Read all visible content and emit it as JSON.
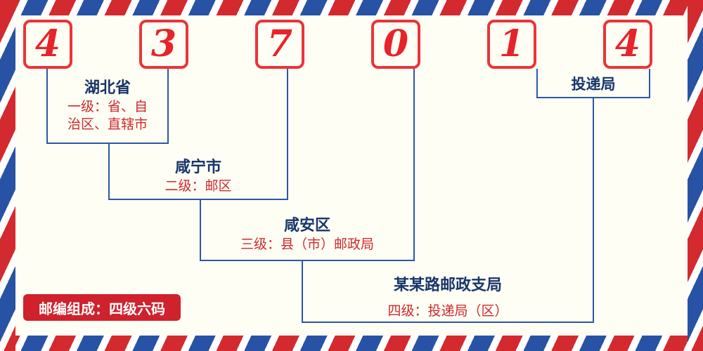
{
  "postal_code": {
    "digits": [
      "4",
      "3",
      "7",
      "0",
      "1",
      "4"
    ]
  },
  "levels": [
    {
      "place": "湖北省",
      "desc1": "一级：省、自",
      "desc2": "治区、直辖市"
    },
    {
      "place": "咸宁市",
      "desc1": "二级：邮区"
    },
    {
      "place": "咸安区",
      "desc1": "三级：县（市）邮政局"
    },
    {
      "place": "某某路邮政支局",
      "desc1": "四级：投递局（区）"
    }
  ],
  "delivery_office_label": "投递局",
  "badge": {
    "text": "邮编组成：四级六码"
  },
  "colors": {
    "digit_red": "#e8232a",
    "stripe_red": "#d32a2f",
    "stripe_blue": "#2853a4",
    "line_blue": "#2b57a7",
    "place_navy": "#17356b",
    "desc_red": "#cc2a2a",
    "badge_red": "#cf222d",
    "background": "#fffef5"
  }
}
